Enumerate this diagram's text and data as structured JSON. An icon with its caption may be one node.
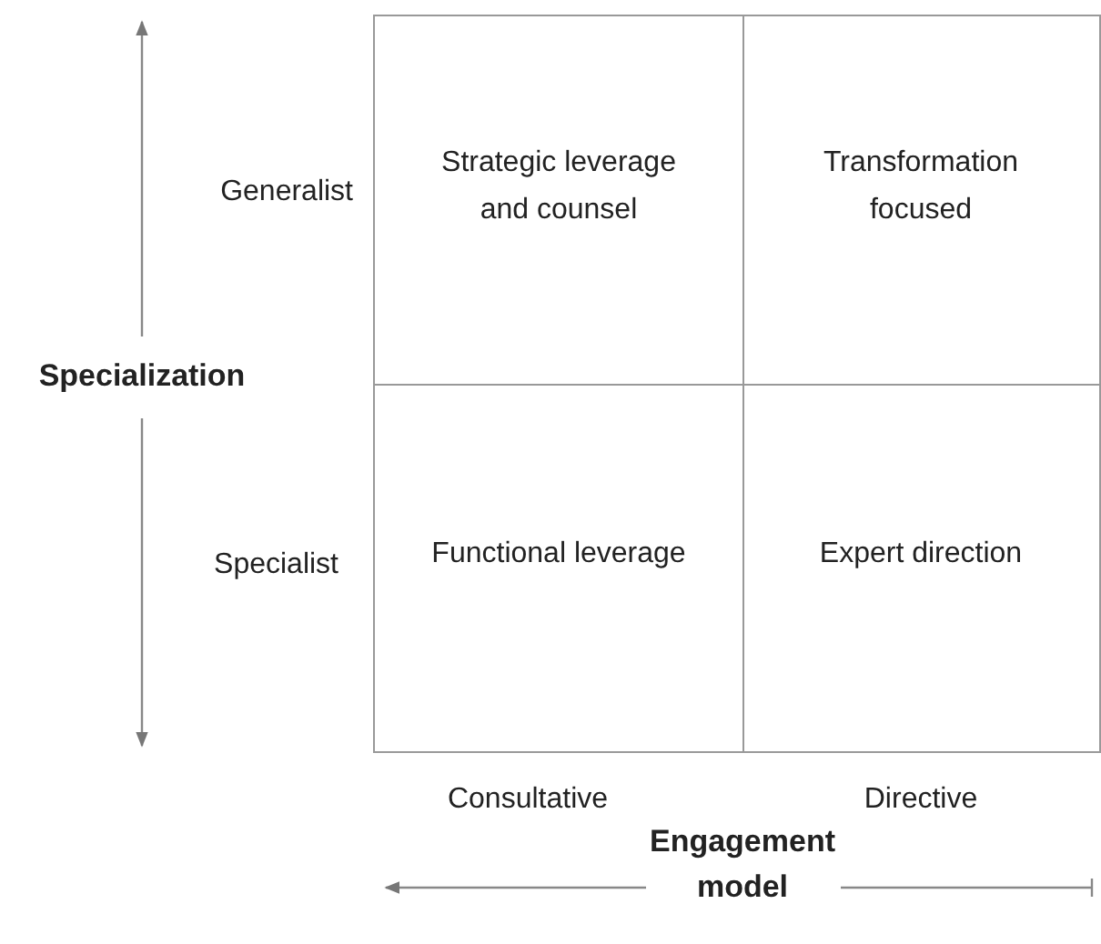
{
  "diagram": {
    "nodes": [
      {
        "text": [
          "Strategic leverage and counsel"
        ]
      },
      {
        "text": [
          "Transformation focused"
        ]
      },
      {
        "text": [
          "Functional leverage"
        ]
      },
      {
        "text": [
          "Expert direction"
        ]
      }
    ],
    "labels": [
      "Generalist",
      "Specialization",
      "Specialist",
      "Consultative",
      "Directive",
      "Engagement model"
    ]
  }
}
